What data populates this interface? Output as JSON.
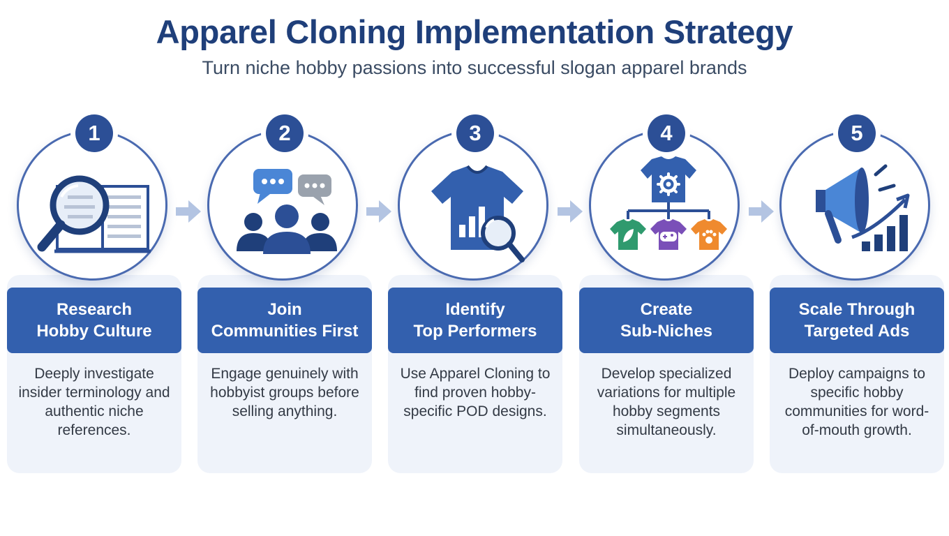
{
  "title": "Apparel Cloning Implementation Strategy",
  "subtitle": "Turn niche hobby passions into successful slogan apparel brands",
  "colors": {
    "primary": "#3360ae",
    "dark": "#2c4f96",
    "title": "#1f3f7a",
    "card_bg": "#eff3fa",
    "green": "#2f9a6e",
    "purple": "#7a4fb8",
    "orange": "#ef8a2e"
  },
  "steps": [
    {
      "number": "1",
      "title": "Research\nHobby Culture",
      "description": "Deeply investigate insider terminology and authentic niche references.",
      "icon": "magnifier-book-icon"
    },
    {
      "number": "2",
      "title": "Join\nCommunities First",
      "description": "Engage genuinely with hobbyist groups before selling anything.",
      "icon": "community-chat-icon"
    },
    {
      "number": "3",
      "title": "Identify\nTop Performers",
      "description": "Use Apparel Cloning to find proven hobby-specific POD designs.",
      "icon": "tshirt-analytics-icon"
    },
    {
      "number": "4",
      "title": "Create\nSub-Niches",
      "description": "Develop specialized variations for multiple hobby segments simultaneously.",
      "icon": "tshirt-tree-icon"
    },
    {
      "number": "5",
      "title": "Scale Through\nTargeted Ads",
      "description": "Deploy campaigns to specific hobby communities for word-of-mouth growth.",
      "icon": "megaphone-growth-icon"
    }
  ]
}
